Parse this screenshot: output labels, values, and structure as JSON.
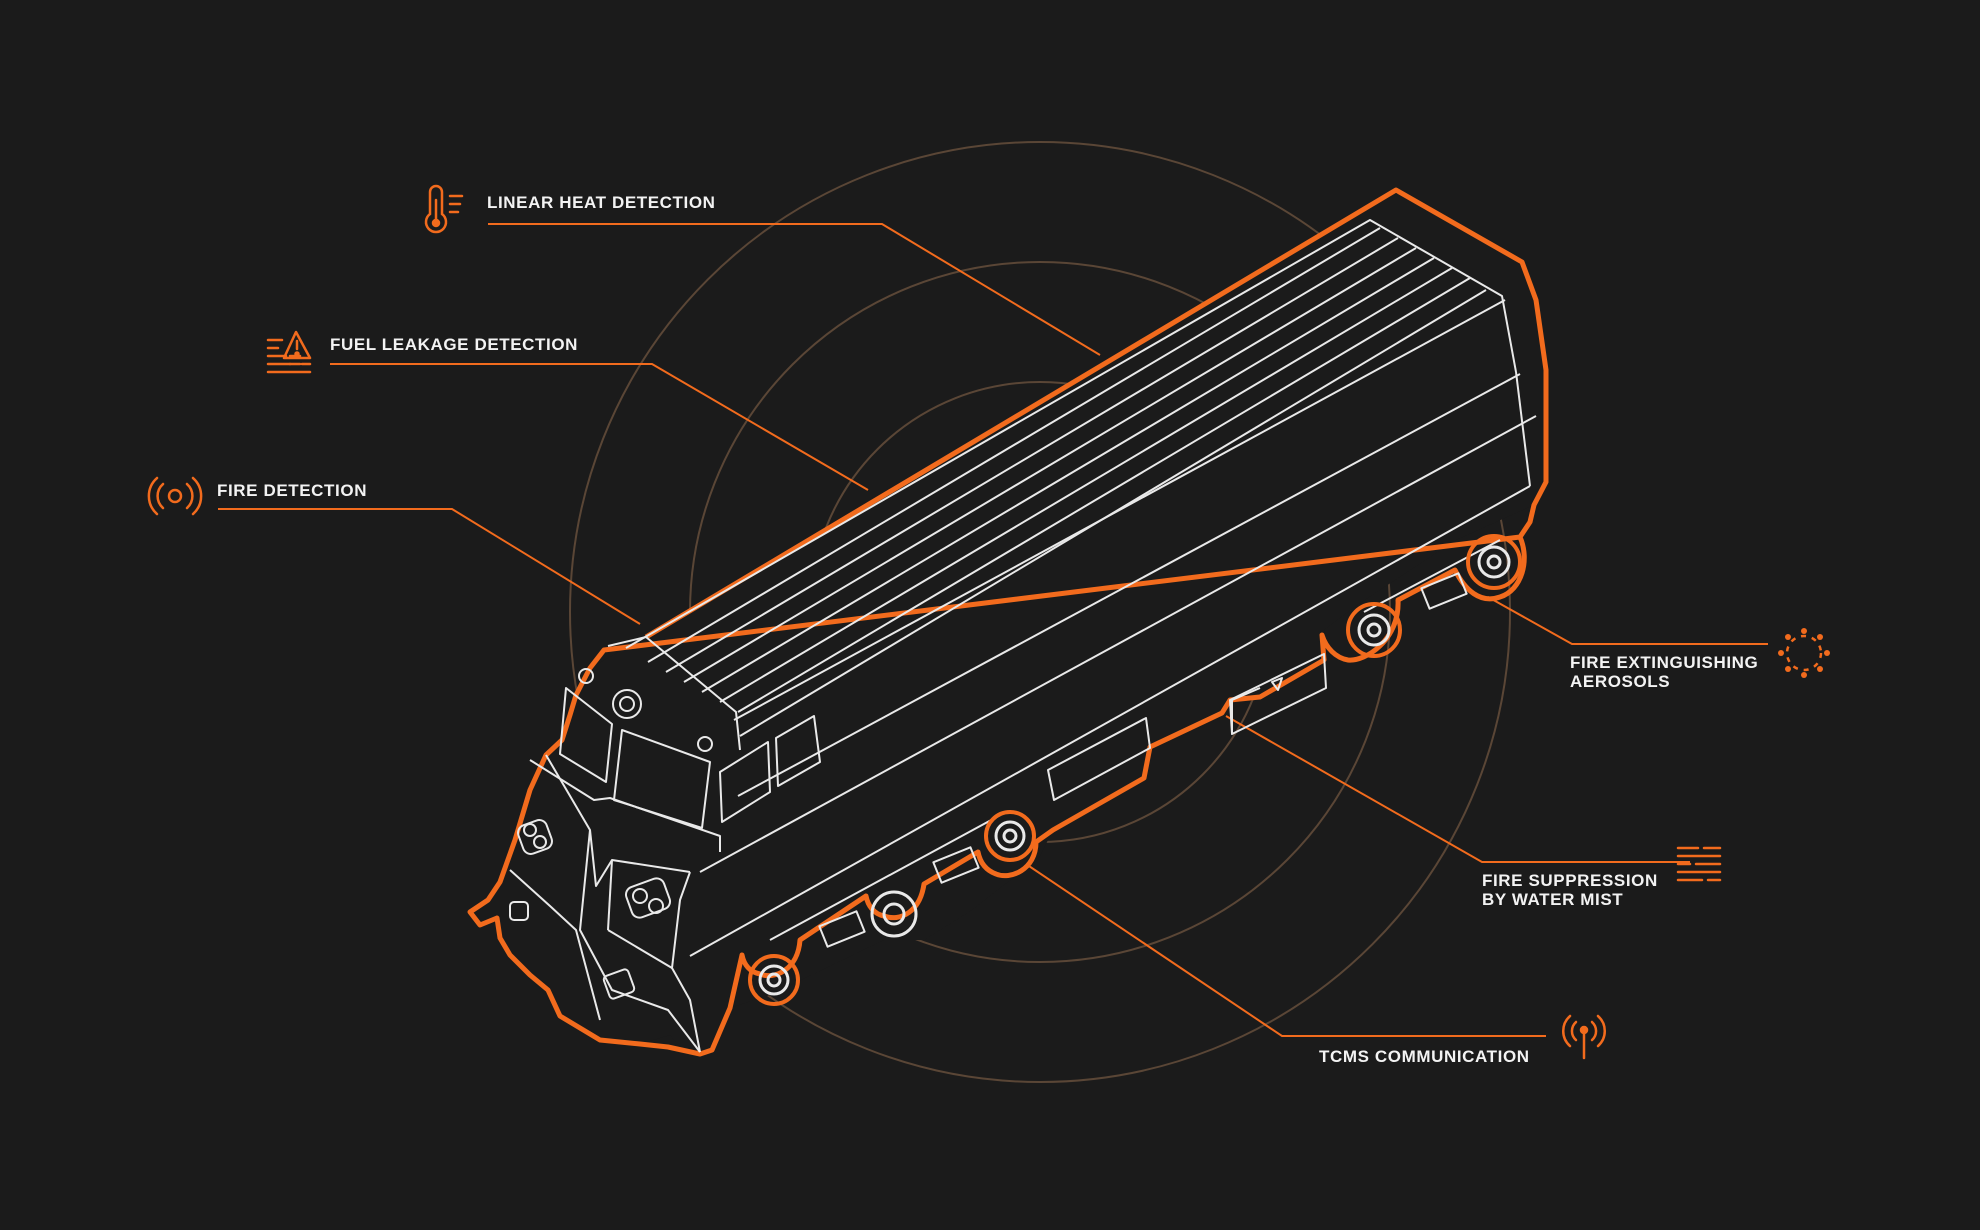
{
  "colors": {
    "background": "#1b1b1b",
    "accent": "#f26b1d",
    "line": "#e9e9e9",
    "ring": "#5a4636",
    "text": "#f3f3f3"
  },
  "callouts": [
    {
      "id": "linear-heat",
      "icon": "thermometer-icon",
      "lines": [
        "LINEAR HEAT DETECTION"
      ]
    },
    {
      "id": "fuel-leak",
      "icon": "warning-triangle-icon",
      "lines": [
        "FUEL LEAKAGE DETECTION"
      ]
    },
    {
      "id": "fire-detect",
      "icon": "smoke-detector-icon",
      "lines": [
        "FIRE DETECTION"
      ]
    },
    {
      "id": "aerosols",
      "icon": "dotted-circle-icon",
      "lines": [
        "FIRE EXTINGUISHING",
        "AEROSOLS"
      ]
    },
    {
      "id": "water-mist",
      "icon": "water-mist-icon",
      "lines": [
        "FIRE SUPPRESSION",
        "BY WATER MIST"
      ]
    },
    {
      "id": "tcms",
      "icon": "antenna-icon",
      "lines": [
        "TCMS COMMUNICATION"
      ]
    }
  ]
}
